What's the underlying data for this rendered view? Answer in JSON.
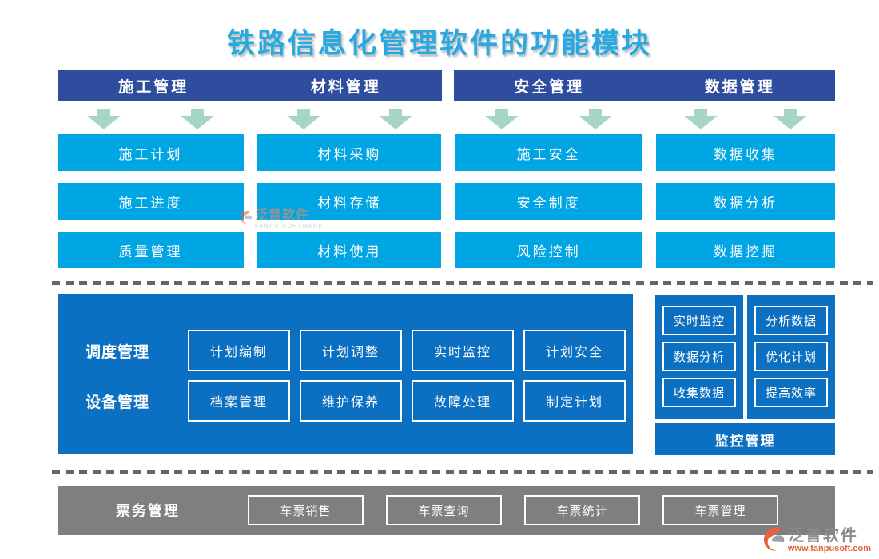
{
  "title": "铁路信息化管理软件的功能模块",
  "top": {
    "headers": [
      "施工管理",
      "材料管理",
      "安全管理",
      "数据管理"
    ],
    "columns": [
      [
        "施工计划",
        "施工进度",
        "质量管理"
      ],
      [
        "材料采购",
        "材料存储",
        "材料使用"
      ],
      [
        "施工安全",
        "安全制度",
        "风险控制"
      ],
      [
        "数据收集",
        "数据分析",
        "数据挖掘"
      ]
    ]
  },
  "middle": {
    "rows": [
      {
        "label": "调度管理",
        "items": [
          "计划编制",
          "计划调整",
          "实时监控",
          "计划安全"
        ]
      },
      {
        "label": "设备管理",
        "items": [
          "档案管理",
          "维护保养",
          "故障处理",
          "制定计划"
        ]
      }
    ],
    "side_panels": [
      [
        "实时监控",
        "数据分析",
        "收集数据"
      ],
      [
        "分析数据",
        "优化计划",
        "提高效率"
      ]
    ],
    "monitor_label": "监控管理"
  },
  "bottom": {
    "label": "票务管理",
    "items": [
      "车票销售",
      "车票查询",
      "车票统计",
      "车票管理"
    ]
  },
  "watermark": {
    "name": "泛普软件",
    "subtitle": "FANPU SOFTWARE"
  },
  "logo": {
    "name": "泛普软件",
    "website": "www.fanpusoft.com"
  },
  "icons": {
    "arrow": "down-block-arrow",
    "brand": "fanpu-swoosh"
  },
  "colors": {
    "title": "#29A9E1",
    "header_bar": "#2E4D9E",
    "light_box": "#00A6E4",
    "panel_blue": "#0B70C2",
    "gray_bar": "#7F7F7F",
    "arrow": "#A7D5C4",
    "logo_orange": "#E2633C"
  }
}
